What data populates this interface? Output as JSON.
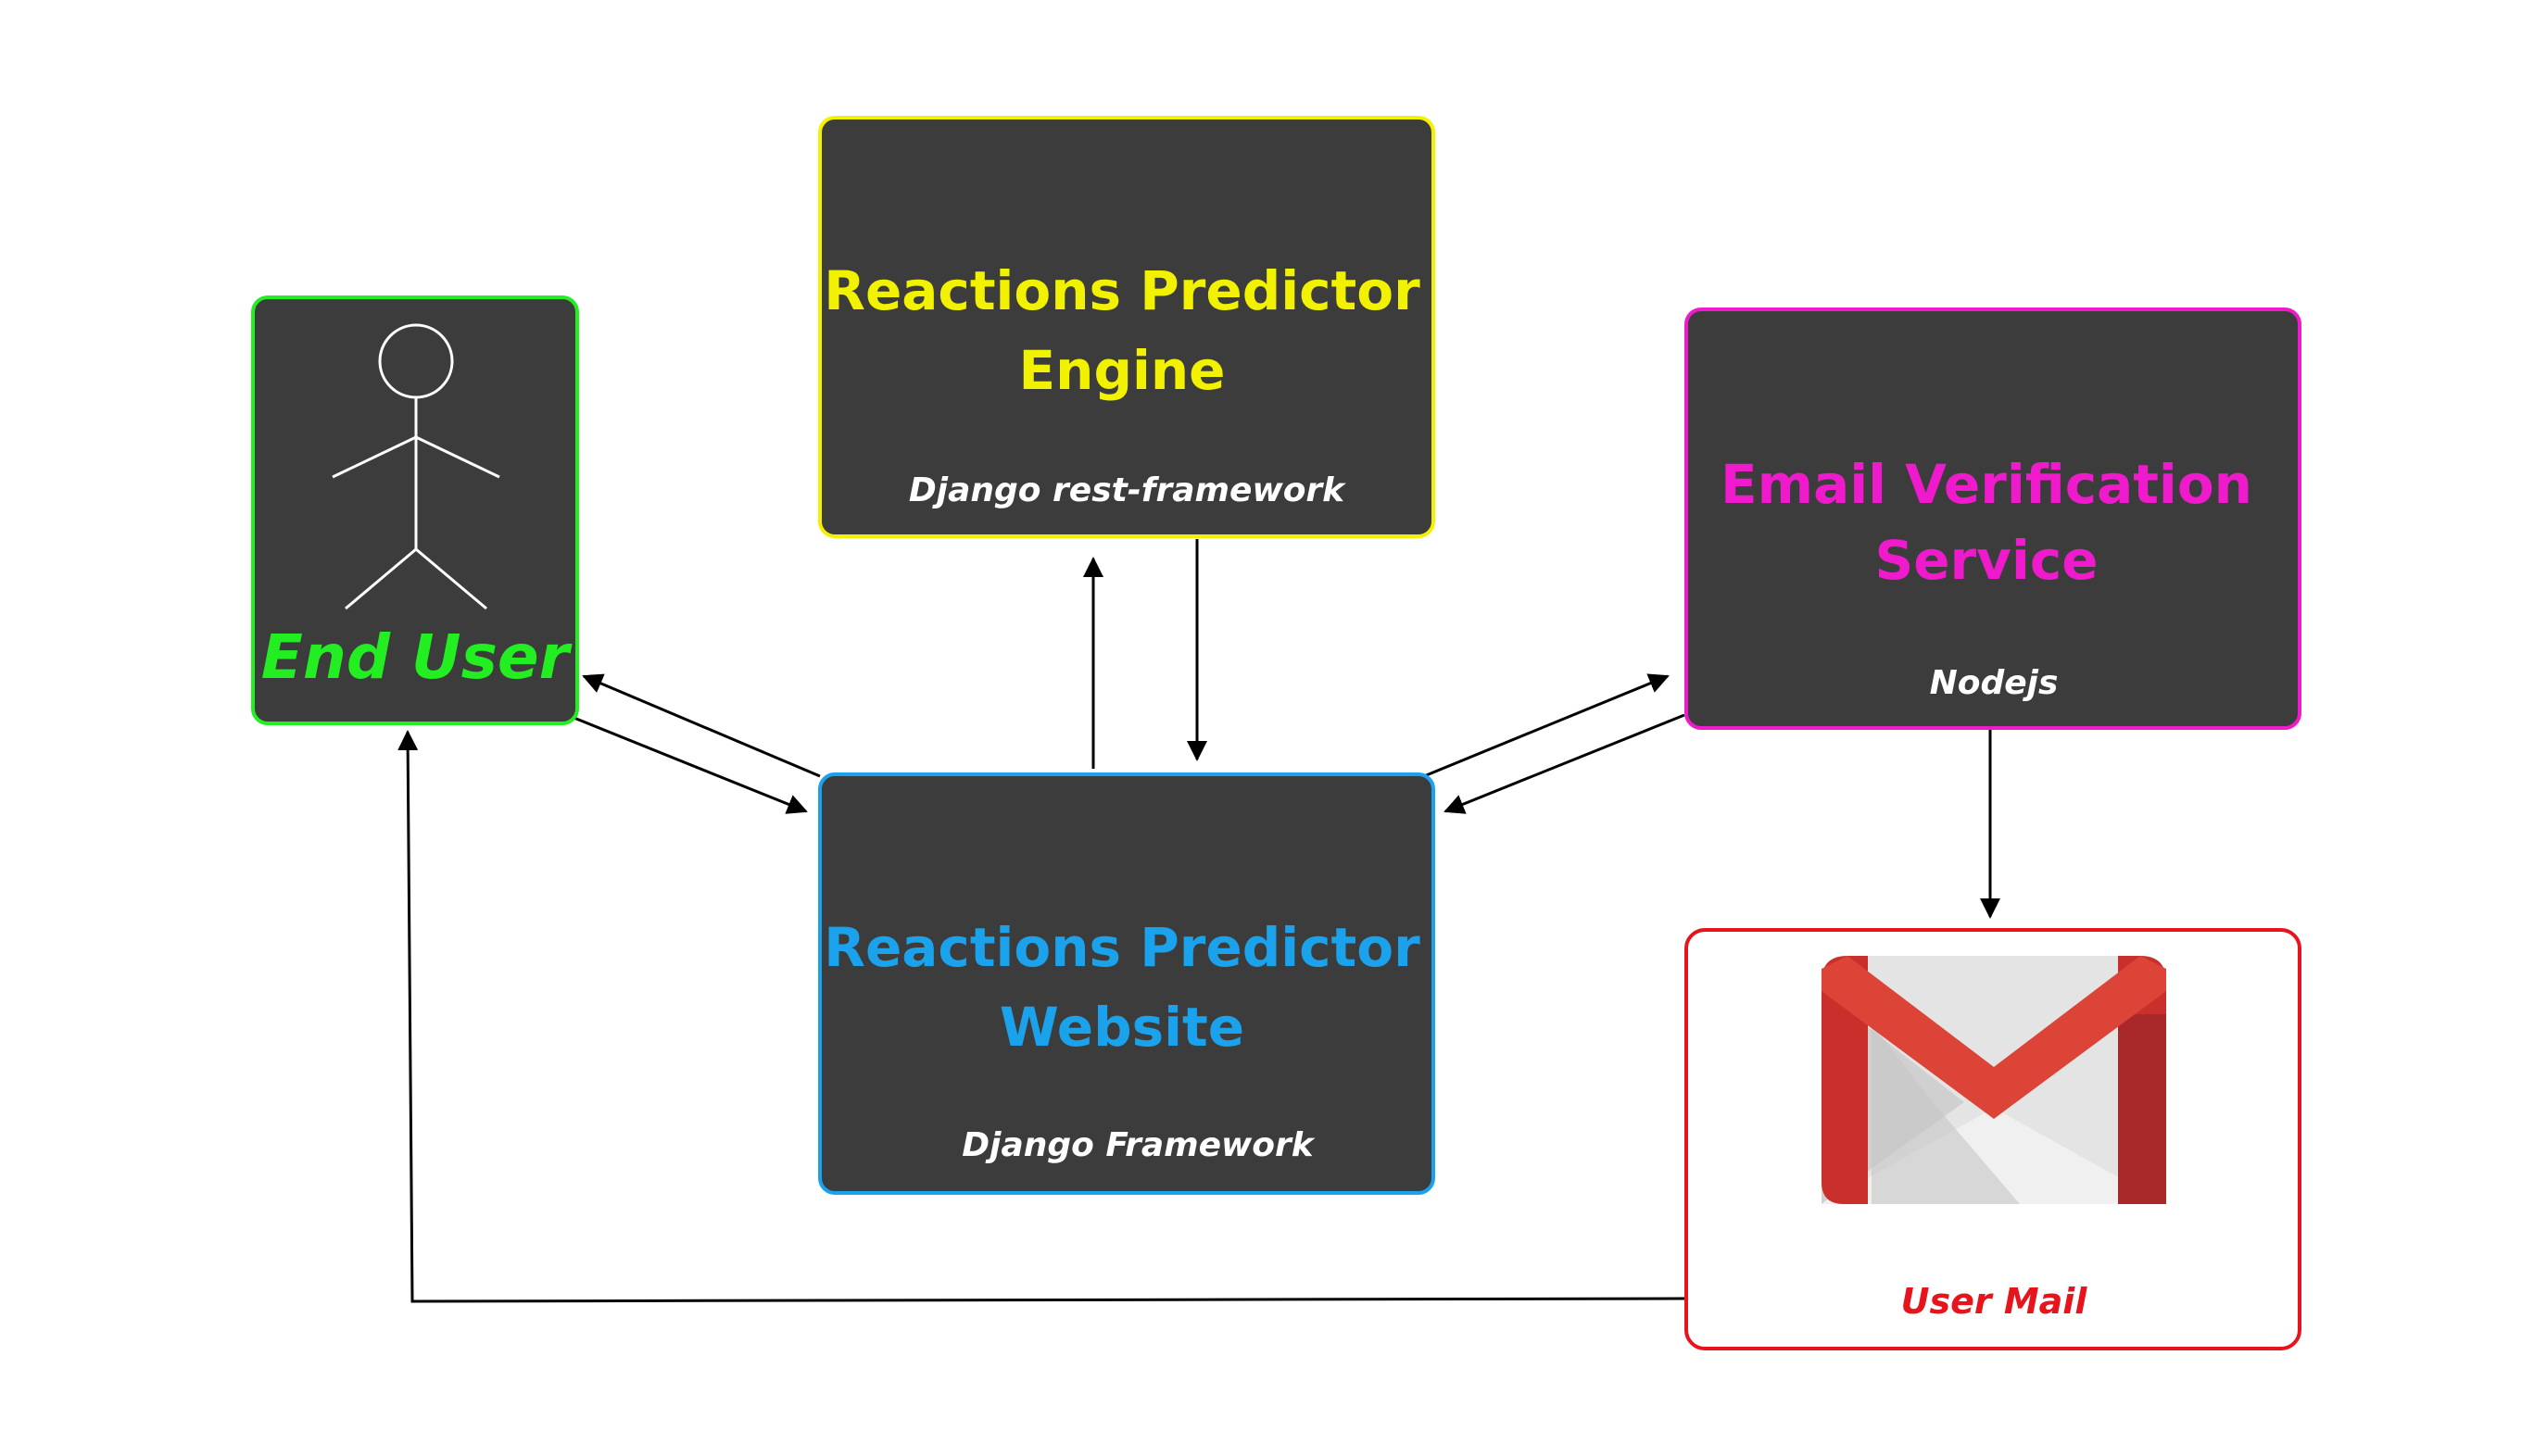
{
  "colors": {
    "box_fill": "#3c3c3c",
    "end_user": "#22ee22",
    "engine": "#f2f200",
    "website": "#1aa3ec",
    "email_service": "#ee1acc",
    "user_mail": "#e8141c",
    "subtitle": "#ffffff",
    "arrow": "#000000"
  },
  "nodes": {
    "end_user": {
      "label": "End User",
      "icon": "stick-figure-icon"
    },
    "engine": {
      "title_line1": "Reactions Predictor",
      "title_line2": "Engine",
      "subtitle": "Django rest-framework"
    },
    "website": {
      "title_line1": "Reactions Predictor",
      "title_line2": "Website",
      "subtitle": "Django Framework"
    },
    "email_service": {
      "title_line1": "Email Verification",
      "title_line2": "Service",
      "subtitle": "Nodejs"
    },
    "user_mail": {
      "label": "User Mail",
      "icon": "gmail-logo-icon"
    }
  },
  "edges": [
    {
      "from": "website",
      "to": "end_user"
    },
    {
      "from": "end_user",
      "to": "website"
    },
    {
      "from": "website",
      "to": "engine"
    },
    {
      "from": "engine",
      "to": "website"
    },
    {
      "from": "website",
      "to": "email_service"
    },
    {
      "from": "email_service",
      "to": "website"
    },
    {
      "from": "email_service",
      "to": "user_mail"
    },
    {
      "from": "user_mail",
      "to": "end_user"
    }
  ]
}
